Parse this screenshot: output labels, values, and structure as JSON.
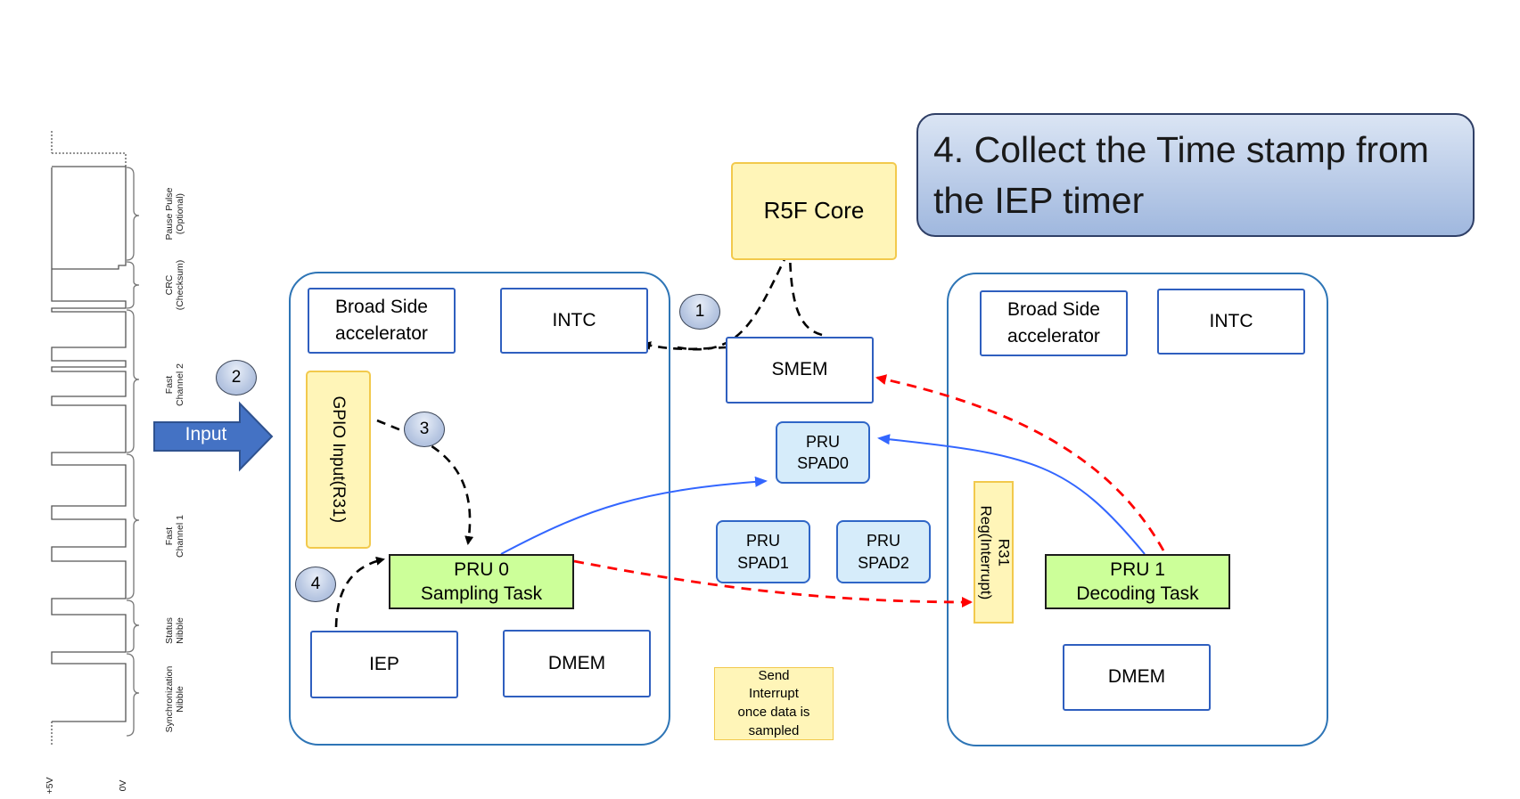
{
  "title": "4. Collect the Time stamp from the IEP timer",
  "r5f_core": "R5F Core",
  "pru0_group": {
    "broadside": "Broad Side\naccelerator",
    "intc": "INTC",
    "gpio": "GPIO Input(R31)",
    "pru0": "PRU 0\nSampling Task",
    "iep": "IEP",
    "dmem": "DMEM"
  },
  "shared": {
    "smem": "SMEM",
    "spad0": "PRU\nSPAD0",
    "spad1": "PRU\nSPAD1",
    "spad2": "PRU\nSPAD2",
    "note": "Send\nInterrupt\nonce data is\nsampled"
  },
  "pru1_group": {
    "broadside": "Broad Side\naccelerator",
    "intc": "INTC",
    "r31": "R31\nReg(Interrupt)",
    "pru1": "PRU 1\nDecoding Task",
    "dmem": "DMEM"
  },
  "input_arrow": "Input",
  "steps": [
    "1",
    "2",
    "3",
    "4"
  ],
  "signal": {
    "segments": [
      "Pause Pulse\n(Optional)",
      "CRC\n(Checksum)",
      "Fast\nChannel 2",
      "Fast\nChannel 1",
      "Status\nNibble",
      "Synchronization\nNibble"
    ],
    "levels": [
      "+5V",
      "0V"
    ]
  },
  "colors": {
    "box_border": "#2f5fbf",
    "title_fill": "#b4c7e7",
    "arrow_black": "#000000",
    "arrow_red": "#ff0000",
    "arrow_blue": "#3366ff",
    "input_arrow": "#4472c4",
    "pru_green": "#ccff99",
    "note_yellow": "#fff5b8"
  }
}
